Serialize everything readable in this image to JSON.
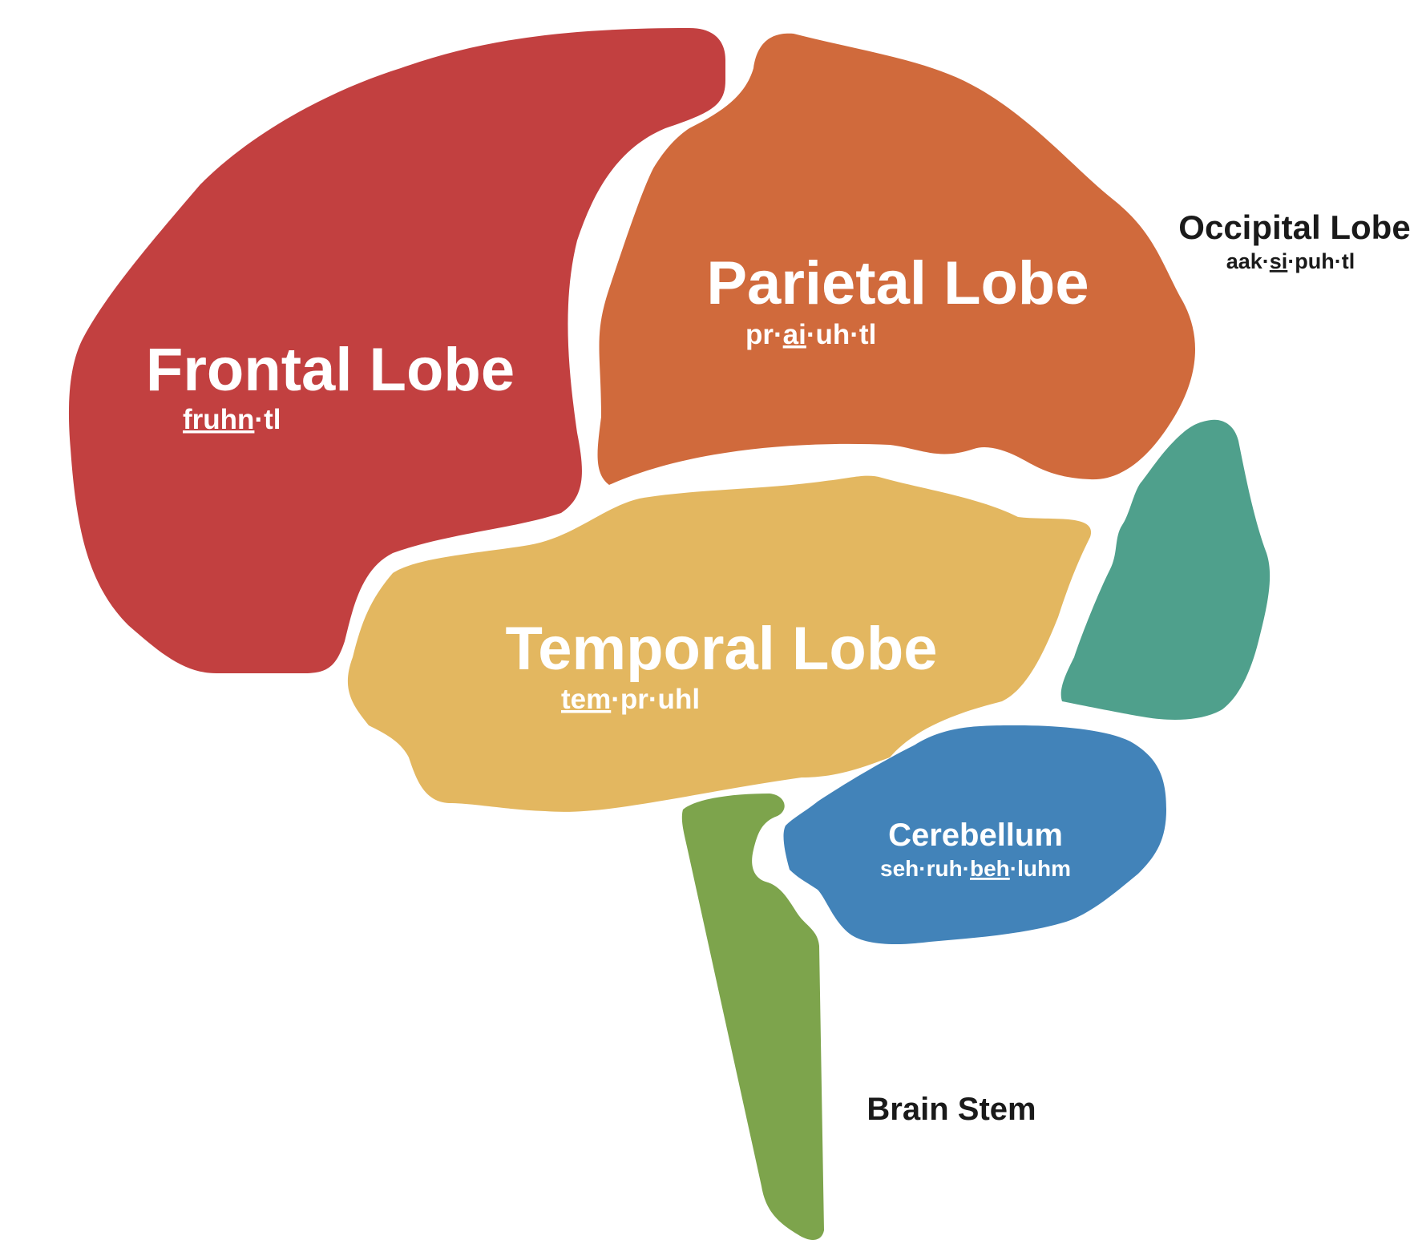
{
  "colors": {
    "frontal": "#C24040",
    "parietal": "#D06A3C",
    "temporal": "#E3B760",
    "occipital": "#4FA08C",
    "cerebellum": "#4283B9",
    "brain_stem": "#7DA44C",
    "label_light": "#FFFFFF",
    "label_dark": "#1A1A1A"
  },
  "regions": {
    "frontal": {
      "name": "Frontal Lobe",
      "pron": {
        "pre": "",
        "stressed": "fruhn",
        "post": "·tl"
      }
    },
    "parietal": {
      "name": "Parietal Lobe",
      "pron": {
        "pre": "pr·",
        "stressed": "ai",
        "post": "·uh·tl"
      }
    },
    "temporal": {
      "name": "Temporal Lobe",
      "pron": {
        "pre": "",
        "stressed": "tem",
        "post": "·pr·uhl"
      }
    },
    "occipital": {
      "name": "Occipital Lobe",
      "pron": {
        "pre": "aak·",
        "stressed": "si",
        "post": "·puh·tl"
      }
    },
    "cerebellum": {
      "name": "Cerebellum",
      "pron": {
        "pre": "seh·ruh·",
        "stressed": "beh",
        "post": "·luhm"
      }
    },
    "brain_stem": {
      "name": "Brain Stem"
    }
  }
}
